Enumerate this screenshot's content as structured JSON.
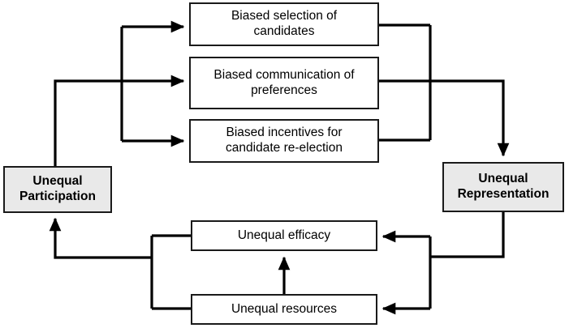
{
  "diagram": {
    "type": "flowchart",
    "title": "Unequal Participation and Unequal Representation feedback cycle",
    "colors": {
      "stroke": "#1a1a1a",
      "emphasis_fill": "#e9e9e9",
      "plain_fill": "#ffffff",
      "text": "#000000"
    },
    "nodes": [
      {
        "id": "unequal-participation",
        "label": "Unequal\nParticipation",
        "style": "emphasis"
      },
      {
        "id": "biased-selection",
        "label": "Biased selection of\ncandidates",
        "style": "plain"
      },
      {
        "id": "biased-communication",
        "label": "Biased communication of\npreferences",
        "style": "plain"
      },
      {
        "id": "biased-incentives",
        "label": "Biased incentives for\ncandidate re-election",
        "style": "plain"
      },
      {
        "id": "unequal-representation",
        "label": "Unequal\nRepresentation",
        "style": "emphasis"
      },
      {
        "id": "unequal-efficacy",
        "label": "Unequal efficacy",
        "style": "plain"
      },
      {
        "id": "unequal-resources",
        "label": "Unequal resources",
        "style": "plain"
      }
    ],
    "edges": [
      {
        "id": "participation-to-biased-selection",
        "from": "unequal-participation",
        "to": "biased-selection"
      },
      {
        "id": "participation-to-biased-communication",
        "from": "unequal-participation",
        "to": "biased-communication"
      },
      {
        "id": "participation-to-biased-incentives",
        "from": "unequal-participation",
        "to": "biased-incentives"
      },
      {
        "id": "biased-selection-to-representation",
        "from": "biased-selection",
        "to": "unequal-representation"
      },
      {
        "id": "biased-communication-to-representation",
        "from": "biased-communication",
        "to": "unequal-representation"
      },
      {
        "id": "biased-incentives-to-representation",
        "from": "biased-incentives",
        "to": "unequal-representation"
      },
      {
        "id": "representation-to-efficacy",
        "from": "unequal-representation",
        "to": "unequal-efficacy"
      },
      {
        "id": "representation-to-resources",
        "from": "unequal-representation",
        "to": "unequal-resources"
      },
      {
        "id": "resources-to-efficacy",
        "from": "unequal-resources",
        "to": "unequal-efficacy"
      },
      {
        "id": "efficacy-to-participation",
        "from": "unequal-efficacy",
        "to": "unequal-participation"
      },
      {
        "id": "resources-to-participation",
        "from": "unequal-resources",
        "to": "unequal-participation"
      }
    ]
  }
}
